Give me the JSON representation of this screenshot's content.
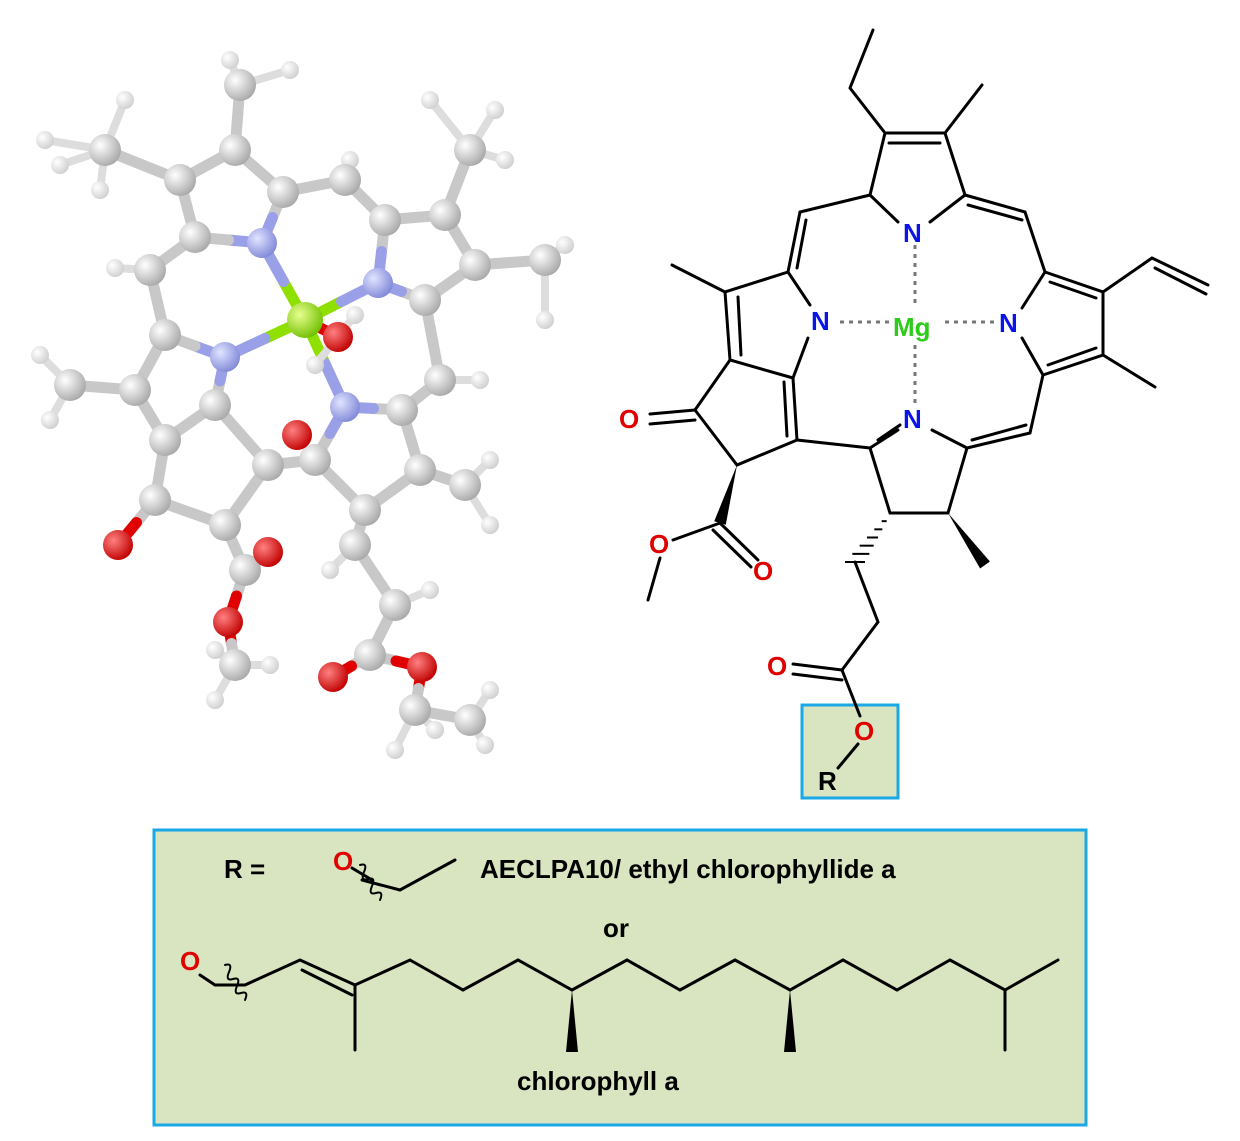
{
  "structure": {
    "atom_N": "N",
    "atom_Mg": "Mg",
    "atom_O": "O",
    "atom_R": "R"
  },
  "legend": {
    "r_equals": "R =",
    "option1_name": "AECLPA10/ ethyl chlorophyllide a",
    "or": "or",
    "option2_name": "chlorophyll a"
  },
  "colors": {
    "nitrogen": "#0a14e6",
    "magnesium": "#2ecc1a",
    "oxygen": "#e00000",
    "box_fill": "#d9e4c0",
    "box_border": "#1aa9e6"
  }
}
